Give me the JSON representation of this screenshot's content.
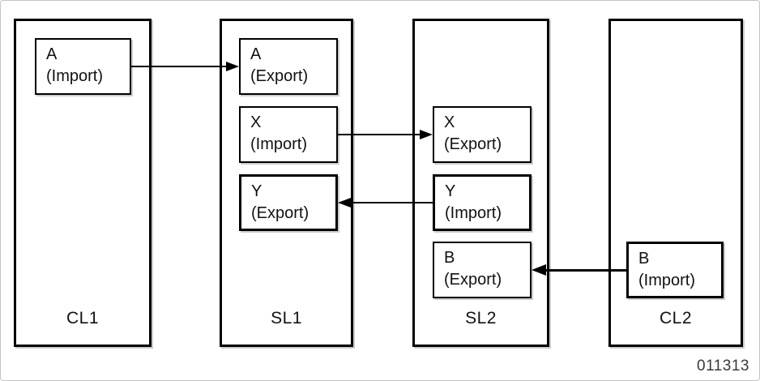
{
  "diagram": {
    "containers": [
      {
        "label": "CL1"
      },
      {
        "label": "SL1"
      },
      {
        "label": "SL2"
      },
      {
        "label": "CL2"
      }
    ],
    "nodes": [
      {
        "container": "CL1",
        "title": "A",
        "subtitle": "(Import)",
        "border": "normal"
      },
      {
        "container": "SL1",
        "title": "A",
        "subtitle": "(Export)",
        "border": "normal"
      },
      {
        "container": "SL1",
        "title": "X",
        "subtitle": "(Import)",
        "border": "normal"
      },
      {
        "container": "SL1",
        "title": "Y",
        "subtitle": "(Export)",
        "border": "bold"
      },
      {
        "container": "SL2",
        "title": "X",
        "subtitle": "(Export)",
        "border": "normal"
      },
      {
        "container": "SL2",
        "title": "Y",
        "subtitle": "(Import)",
        "border": "bold"
      },
      {
        "container": "SL2",
        "title": "B",
        "subtitle": "(Export)",
        "border": "normal"
      },
      {
        "container": "CL2",
        "title": "B",
        "subtitle": "(Import)",
        "border": "bold"
      }
    ],
    "connections": [
      {
        "from": "A (Import) in CL1",
        "to": "A (Export) in SL1",
        "direction": "right",
        "weight": "thin"
      },
      {
        "from": "X (Import) in SL1",
        "to": "X (Export) in SL2",
        "direction": "right",
        "weight": "thin"
      },
      {
        "from": "Y (Import) in SL2",
        "to": "Y (Export) in SL1",
        "direction": "left",
        "weight": "thin"
      },
      {
        "from": "B (Import) in CL2",
        "to": "B (Export) in SL2",
        "direction": "left",
        "weight": "thick"
      }
    ],
    "figure_number": "011313",
    "colors": {
      "line": "#000000",
      "box_border": "#000000",
      "background": "#ffffff",
      "frame_border": "#c4c4c4",
      "figure_number_text": "#3a3a3a"
    }
  }
}
